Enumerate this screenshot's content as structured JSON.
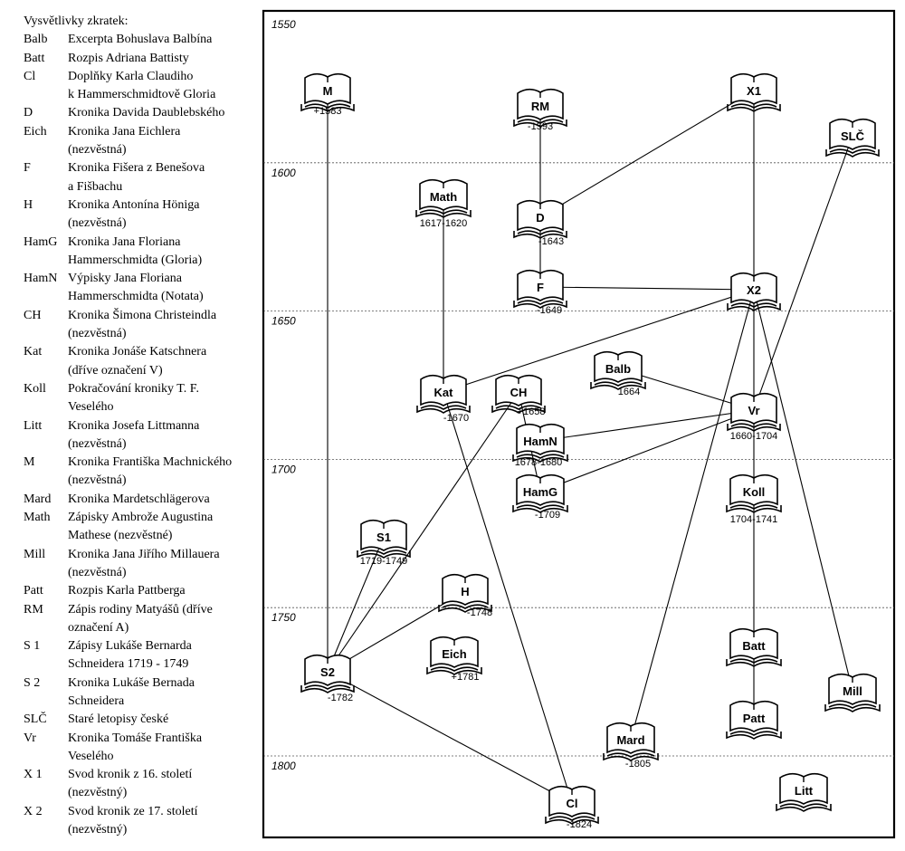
{
  "legend": {
    "title": "Vysvětlivky zkratek:",
    "entries": [
      {
        "abbr": "Balb",
        "lines": [
          "Excerpta Bohuslava Balbína"
        ]
      },
      {
        "abbr": "Batt",
        "lines": [
          "Rozpis Adriana Battisty"
        ]
      },
      {
        "abbr": "Cl",
        "lines": [
          "Doplňky Karla Claudiho",
          "k Hammerschmidtově Gloria"
        ]
      },
      {
        "abbr": "D",
        "lines": [
          "Kronika Davida Daublebského"
        ]
      },
      {
        "abbr": "Eich",
        "lines": [
          "Kronika Jana Eichlera",
          "(nezvěstná)"
        ]
      },
      {
        "abbr": "F",
        "lines": [
          "Kronika Fišera z Benešova",
          "a Fišbachu"
        ]
      },
      {
        "abbr": "H",
        "lines": [
          "Kronika Antonína Höniga",
          "(nezvěstná)"
        ]
      },
      {
        "abbr": "HamG",
        "lines": [
          "Kronika Jana Floriana",
          "Hammerschmidta (Gloria)"
        ]
      },
      {
        "abbr": "HamN",
        "lines": [
          "Výpisky Jana Floriana",
          "Hammerschmidta (Notata)"
        ]
      },
      {
        "abbr": "CH",
        "lines": [
          "Kronika Šimona Christeindla",
          "(nezvěstná)"
        ]
      },
      {
        "abbr": "Kat",
        "lines": [
          "Kronika Jonáše Katschnera",
          "(dříve označení V)"
        ]
      },
      {
        "abbr": "Koll",
        "lines": [
          "Pokračování kroniky T. F.",
          "Veselého"
        ]
      },
      {
        "abbr": "Litt",
        "lines": [
          "Kronika Josefa Littmanna",
          "(nezvěstná)"
        ]
      },
      {
        "abbr": "M",
        "lines": [
          "Kronika Františka Machnického",
          "(nezvěstná)"
        ]
      },
      {
        "abbr": "Mard",
        "lines": [
          "Kronika Mardetschlägerova"
        ]
      },
      {
        "abbr": "Math",
        "lines": [
          "Zápisky Ambrože Augustina",
          "Mathese (nezvěstné)"
        ]
      },
      {
        "abbr": "Mill",
        "lines": [
          "Kronika Jana Jiřího Millauera",
          "(nezvěstná)"
        ]
      },
      {
        "abbr": "Patt",
        "lines": [
          "Rozpis Karla Pattberga"
        ]
      },
      {
        "abbr": "RM",
        "lines": [
          "Zápis rodiny Matyášů (dříve",
          "označení A)"
        ]
      },
      {
        "abbr": "S 1",
        "lines": [
          "Zápisy Lukáše Bernarda",
          "Schneidera 1719 - 1749"
        ]
      },
      {
        "abbr": "S 2",
        "lines": [
          "Kronika Lukáše Bernada",
          "Schneidera"
        ]
      },
      {
        "abbr": "SLČ",
        "lines": [
          "Staré letopisy české"
        ]
      },
      {
        "abbr": "Vr",
        "lines": [
          "Kronika Tomáše Františka",
          "Veselého"
        ]
      },
      {
        "abbr": "X 1",
        "lines": [
          "Svod kronik z 16. století",
          "(nezvěstný)"
        ]
      },
      {
        "abbr": "X 2",
        "lines": [
          "Svod kronik ze 17. století",
          "(nezvěstný)"
        ]
      }
    ]
  },
  "timeline": {
    "years": [
      {
        "label": "1550",
        "year": 1550
      },
      {
        "label": "1600",
        "year": 1600
      },
      {
        "label": "1650",
        "year": 1650
      },
      {
        "label": "1700",
        "year": 1700
      },
      {
        "label": "1750",
        "year": 1750
      },
      {
        "label": "1800",
        "year": 1800
      }
    ]
  },
  "nodes": [
    {
      "id": "M",
      "label": "M",
      "date": "+1583"
    },
    {
      "id": "RM",
      "label": "RM",
      "date": "-1593"
    },
    {
      "id": "X1",
      "label": "X1",
      "date": ""
    },
    {
      "id": "SLC",
      "label": "SLČ",
      "date": ""
    },
    {
      "id": "Math",
      "label": "Math",
      "date": "1617-1620"
    },
    {
      "id": "D",
      "label": "D",
      "date": "-1643"
    },
    {
      "id": "F",
      "label": "F",
      "date": "-1649"
    },
    {
      "id": "X2",
      "label": "X2",
      "date": ""
    },
    {
      "id": "Balb",
      "label": "Balb",
      "date": "1664"
    },
    {
      "id": "Kat",
      "label": "Kat",
      "date": "-1670"
    },
    {
      "id": "CH",
      "label": "CH",
      "date": "+1658"
    },
    {
      "id": "Vr",
      "label": "Vr",
      "date": "1660-1704"
    },
    {
      "id": "HamN",
      "label": "HamN",
      "date": "1678-1680"
    },
    {
      "id": "HamG",
      "label": "HamG",
      "date": "-1709"
    },
    {
      "id": "Koll",
      "label": "Koll",
      "date": "1704-1741"
    },
    {
      "id": "S1",
      "label": "S1",
      "date": "1719-1749"
    },
    {
      "id": "H",
      "label": "H",
      "date": "-1748"
    },
    {
      "id": "Batt",
      "label": "Batt",
      "date": ""
    },
    {
      "id": "Eich",
      "label": "Eich",
      "date": "+1781"
    },
    {
      "id": "S2",
      "label": "S2",
      "date": "-1782"
    },
    {
      "id": "Mill",
      "label": "Mill",
      "date": ""
    },
    {
      "id": "Patt",
      "label": "Patt",
      "date": ""
    },
    {
      "id": "Mard",
      "label": "Mard",
      "date": "-1805"
    },
    {
      "id": "Litt",
      "label": "Litt",
      "date": ""
    },
    {
      "id": "Cl",
      "label": "Cl",
      "date": "-1824"
    }
  ],
  "edges": [
    {
      "from": "M",
      "to": "S2"
    },
    {
      "from": "RM",
      "to": "F"
    },
    {
      "from": "X1",
      "to": "D"
    },
    {
      "from": "X1",
      "to": "X2"
    },
    {
      "from": "F",
      "to": "X2"
    },
    {
      "from": "Math",
      "to": "Kat"
    },
    {
      "from": "X2",
      "to": "Kat"
    },
    {
      "from": "X2",
      "to": "Vr"
    },
    {
      "from": "X2",
      "to": "Mill"
    },
    {
      "from": "X2",
      "to": "Mard"
    },
    {
      "from": "SLC",
      "to": "Vr"
    },
    {
      "from": "Balb",
      "to": "Vr"
    },
    {
      "from": "HamN",
      "to": "Vr"
    },
    {
      "from": "HamG",
      "to": "Vr"
    },
    {
      "from": "Vr",
      "to": "Koll"
    },
    {
      "from": "Koll",
      "to": "Batt"
    },
    {
      "from": "Batt",
      "to": "Patt"
    },
    {
      "from": "CH",
      "to": "HamG"
    },
    {
      "from": "Kat",
      "to": "Cl"
    },
    {
      "from": "CH",
      "to": "S2"
    },
    {
      "from": "S1",
      "to": "S2"
    },
    {
      "from": "H",
      "to": "S2"
    },
    {
      "from": "S2",
      "to": "Cl"
    }
  ]
}
